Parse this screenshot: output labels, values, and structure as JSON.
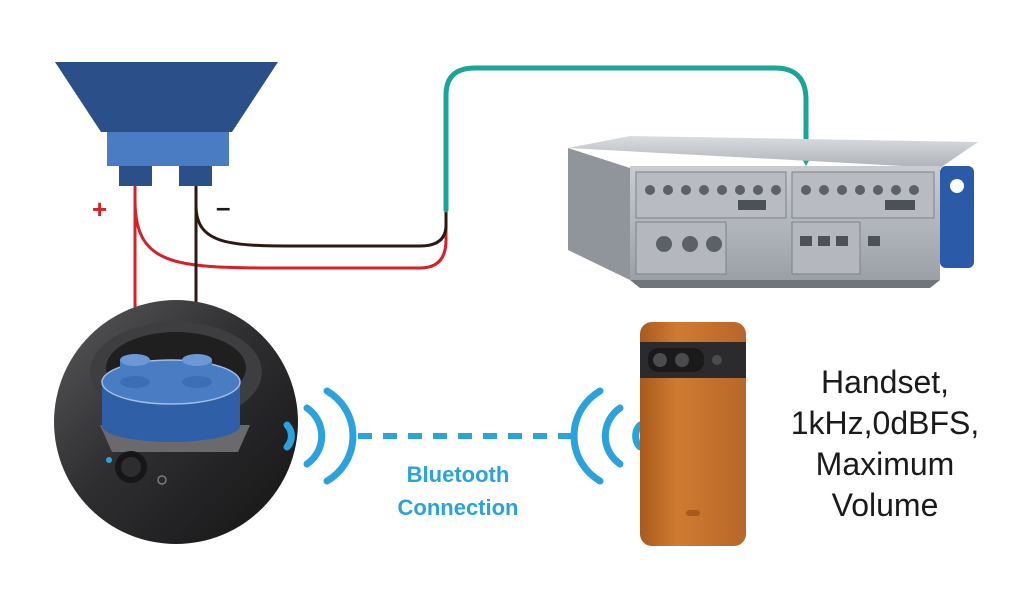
{
  "labels": {
    "plus": "+",
    "minus": "–",
    "bluetooth_line1": "Bluetooth",
    "bluetooth_line2": "Connection",
    "note": [
      "Handset,",
      "1kHz,0dBFS,",
      "Maximum",
      "Volume"
    ]
  },
  "icons": {
    "loudspeaker": "loudspeaker-icon",
    "audio_analyzer": "audio-analyzer-icon",
    "bluetooth_speaker": "bluetooth-speaker-icon",
    "handset": "smartphone-icon",
    "wireless_signal": "wireless-signal-icon"
  },
  "colors": {
    "positive_wire": "#d62027",
    "negative_wire": "#2b1a14",
    "signal_cable": "#1aa596",
    "bluetooth": "#2aa3dd",
    "speaker_blue": "#3a6fb5",
    "speaker_dark_blue": "#2b4f88",
    "phone_orange": "#c2702a"
  }
}
